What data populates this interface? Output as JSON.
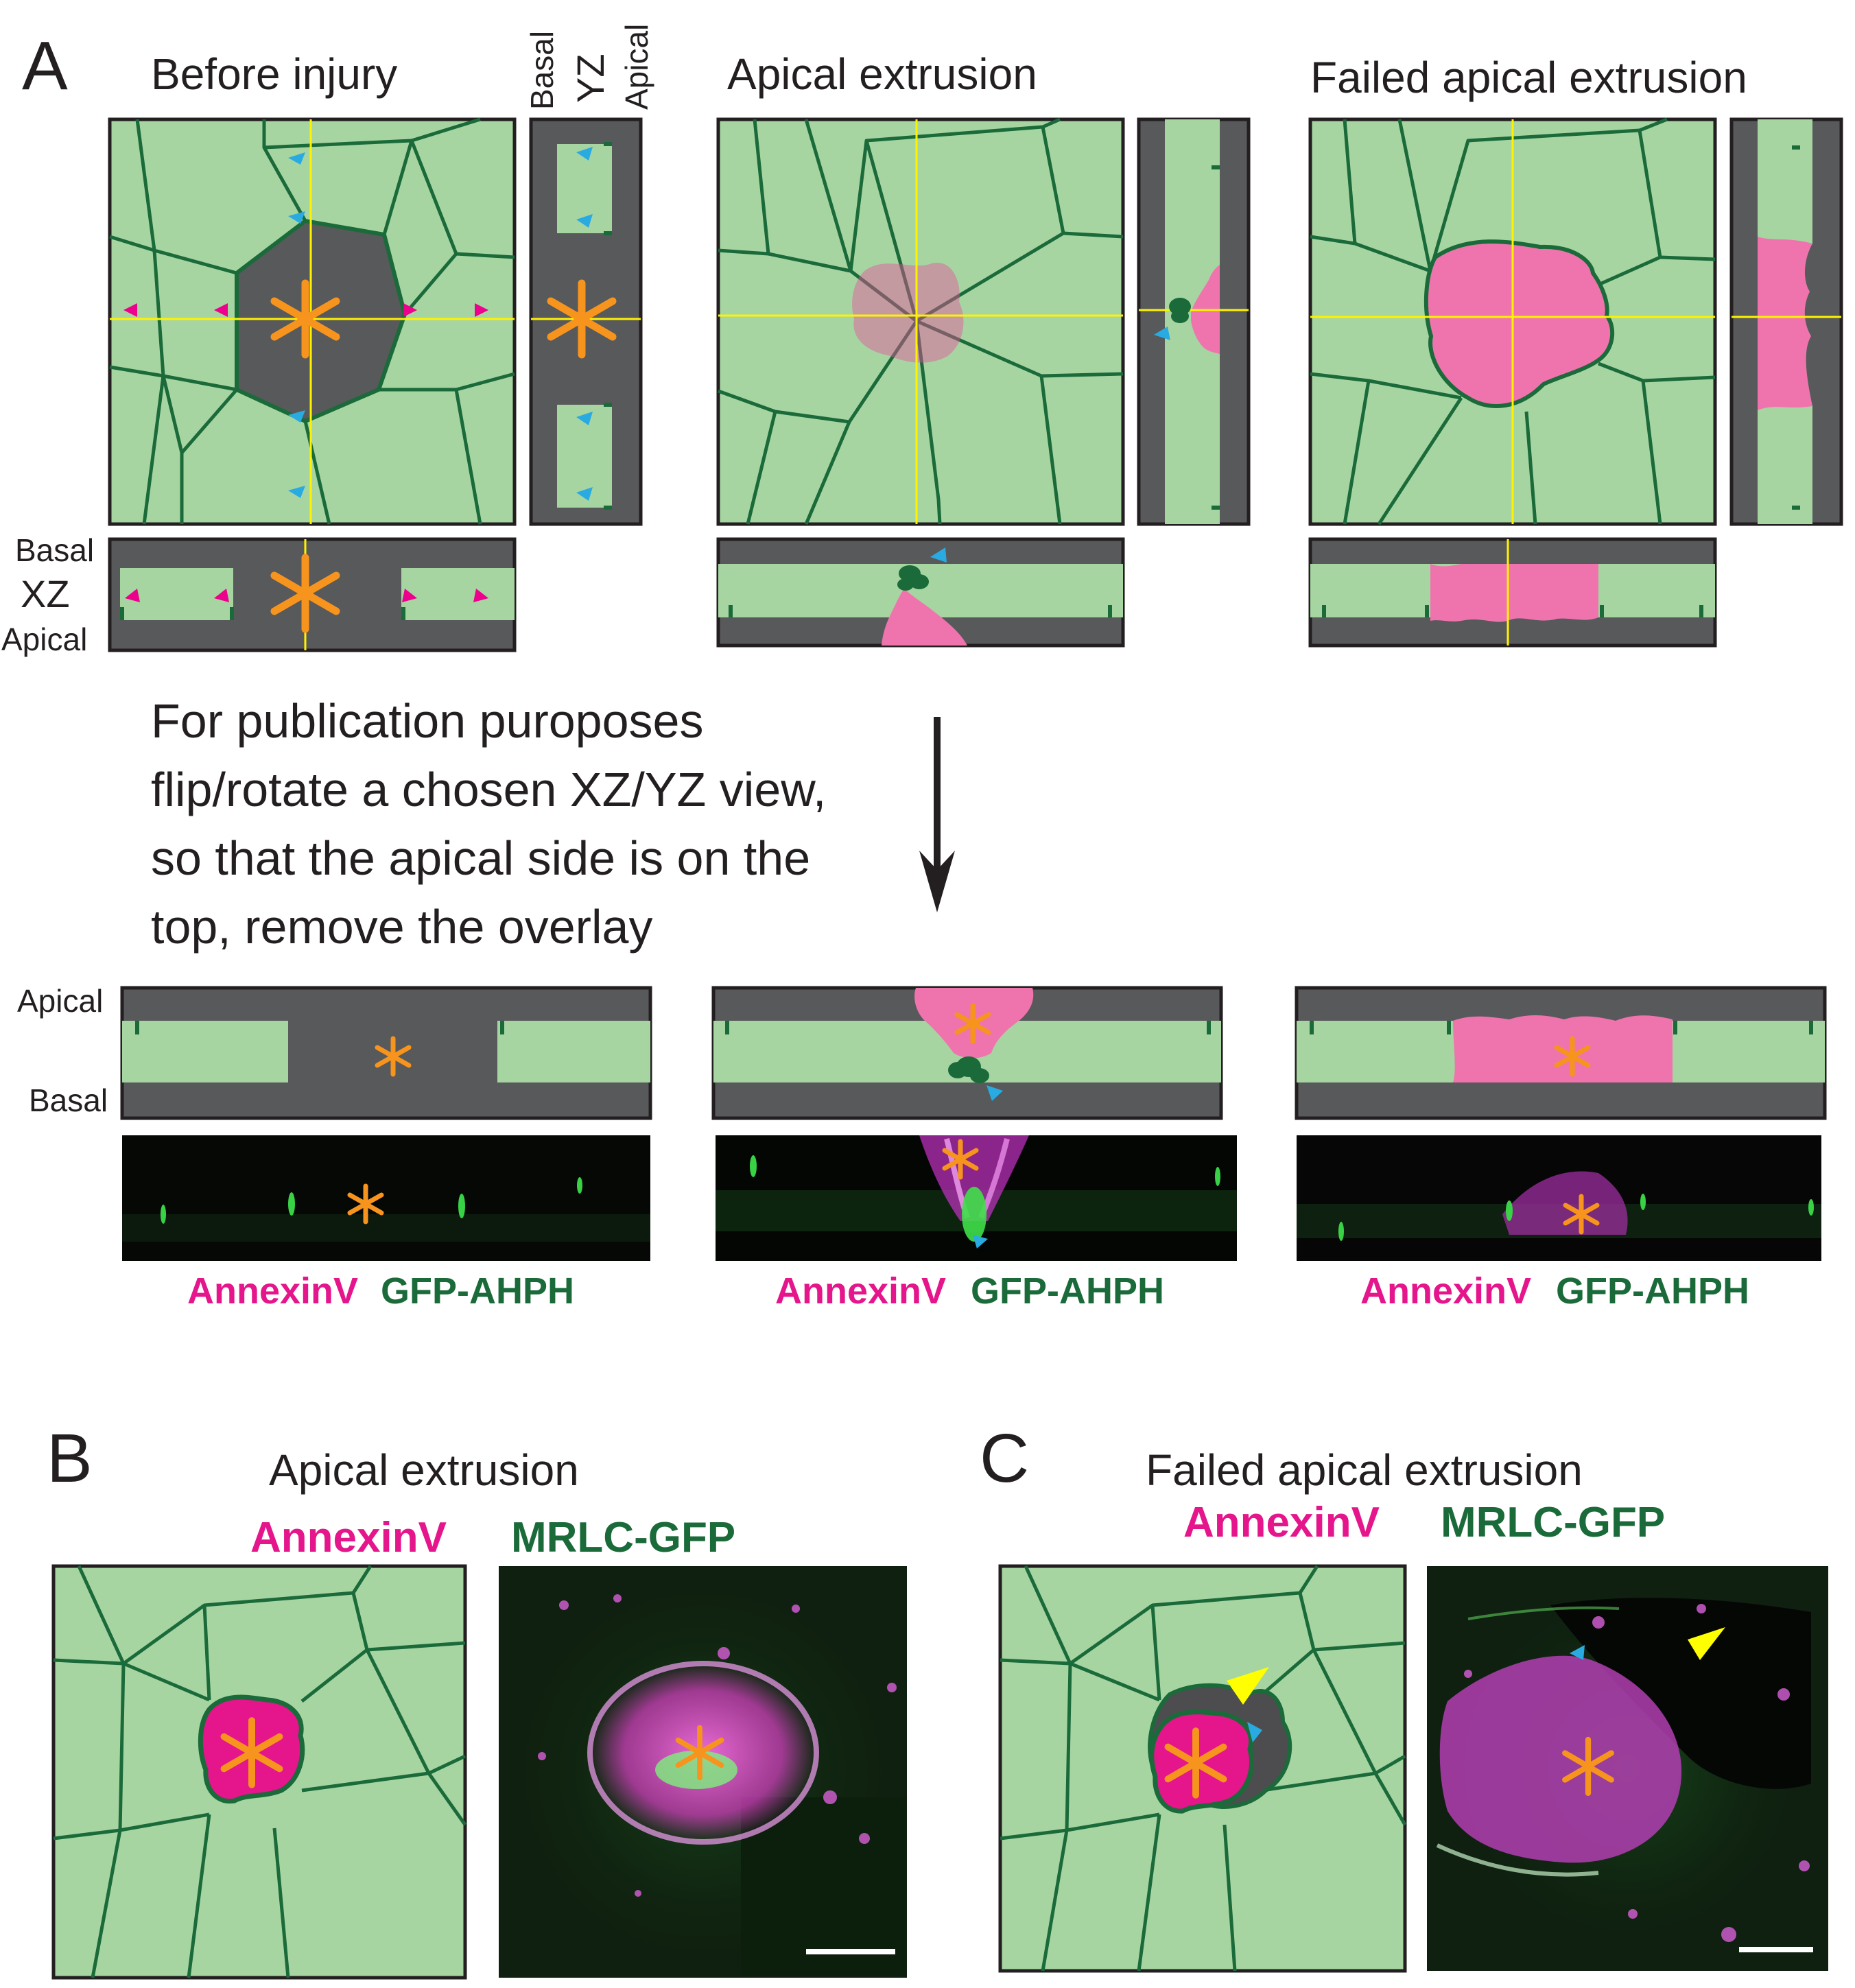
{
  "panel_labels": {
    "a": "A",
    "b": "B",
    "c": "C"
  },
  "panel_a": {
    "columns": [
      {
        "title": "Before injury"
      },
      {
        "title": "Apical extrusion"
      },
      {
        "title": "Failed apical extrusion"
      }
    ],
    "yz_axis": {
      "left": "Basal",
      "mid": "YZ",
      "right": "Apical"
    },
    "xz_axis": {
      "top": "Basal",
      "mid": "XZ",
      "bottom": "Apical"
    },
    "instruction_lines": [
      "For publication puroposes",
      "flip/rotate a chosen XZ/YZ view,",
      "so that the apical side is on the",
      "top, remove the overlay"
    ],
    "flipped_axis": {
      "top": "Apical",
      "bottom": "Basal"
    },
    "channel_labels": {
      "magenta": "AnnexinV",
      "green": "GFP-AHPH"
    }
  },
  "panel_b": {
    "title": "Apical extrusion",
    "channel_labels": {
      "magenta": "AnnexinV",
      "green": "MRLC-GFP"
    }
  },
  "panel_c": {
    "title": "Failed apical extrusion",
    "channel_labels": {
      "magenta": "AnnexinV",
      "green": "MRLC-GFP"
    }
  },
  "colors": {
    "cell_fill": "#a6d5a2",
    "cell_border": "#1b6a3a",
    "dark_gray": "#58595b",
    "pink": "#ef74ad",
    "magenta_text": "#e5158c",
    "green_text": "#1b6a3a",
    "orange_asterisk": "#f7941d",
    "yellow_crosshair": "#fff200",
    "cyan_arrowhead": "#29abe2",
    "magenta_arrowhead": "#ec008c",
    "yellow_arrowhead": "#ffff00"
  }
}
